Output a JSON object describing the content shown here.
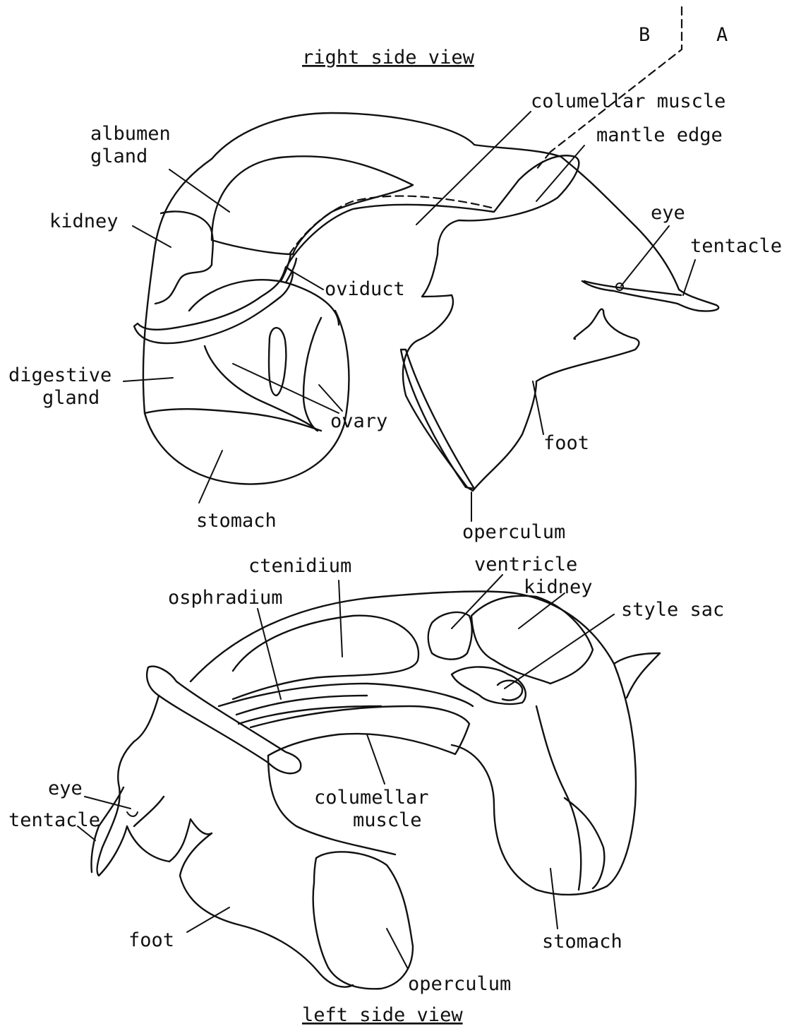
{
  "figure": {
    "section_letters": {
      "b": "B",
      "a": "A"
    },
    "right_view": {
      "title": "right side view",
      "labels": {
        "columellar_muscle": "columellar muscle",
        "mantle_edge": "mantle edge",
        "albumen_1": "albumen",
        "albumen_2": "gland",
        "kidney": "kidney",
        "eye": "eye",
        "tentacle": "tentacle",
        "oviduct": "oviduct",
        "digestive_1": "digestive",
        "digestive_2": "gland",
        "ovary": "ovary",
        "foot": "foot",
        "stomach": "stomach",
        "operculum": "operculum"
      }
    },
    "left_view": {
      "title": "left side view",
      "labels": {
        "ctenidium": "ctenidium",
        "ventricle": "ventricle",
        "kidney": "kidney",
        "osphradium": "osphradium",
        "style_sac": "style sac",
        "eye": "eye",
        "tentacle": "tentacle",
        "columellar_1": "columellar",
        "columellar_2": "muscle",
        "foot": "foot",
        "stomach": "stomach",
        "operculum": "operculum"
      }
    }
  }
}
